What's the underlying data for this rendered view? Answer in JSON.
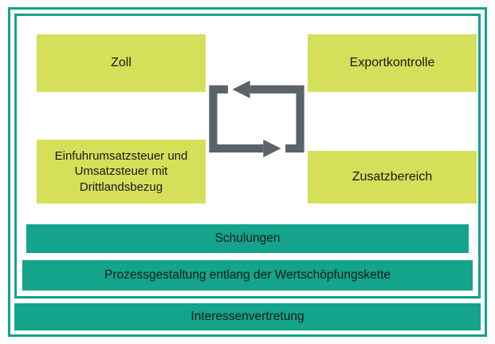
{
  "colors": {
    "teal": "#14a38b",
    "lime": "#d5df5a",
    "arrow_gray": "#5a6367",
    "text_dark": "#1a1a1a"
  },
  "boxes": {
    "zoll": "Zoll",
    "exportkontrolle": "Exportkontrolle",
    "einfuhr": "Einfuhrumsatzsteuer und Umsatzsteuer mit Drittlandsbezug",
    "zusatzbereich": "Zusatzbereich"
  },
  "bars": {
    "schulungen": "Schulungen",
    "prozess": "Prozessgestaltung entlang der Wertschöpfungskette",
    "interessen": "Interessenvertretung"
  },
  "icon": {
    "name": "cycle-arrows-icon"
  }
}
